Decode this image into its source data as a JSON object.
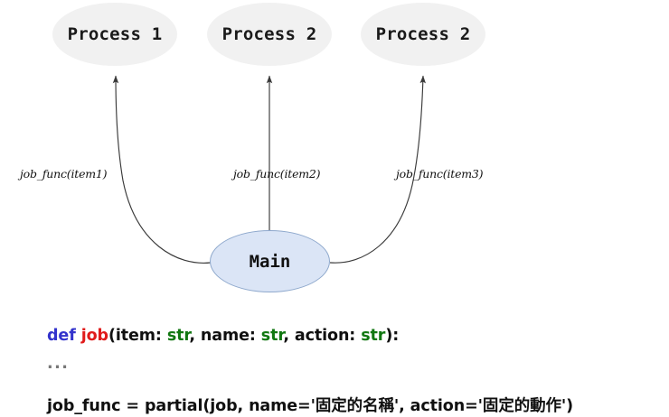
{
  "diagram": {
    "title": "multiprocessing partial job_func fan-out diagram",
    "nodes": [
      {
        "id": "process-1",
        "label": "Process 1",
        "shape": "ellipse",
        "fill": "#f1f1f1"
      },
      {
        "id": "process-2",
        "label": "Process 2",
        "shape": "ellipse",
        "fill": "#f1f1f1"
      },
      {
        "id": "process-3",
        "label": "Process 2",
        "shape": "ellipse",
        "fill": "#f1f1f1"
      },
      {
        "id": "main",
        "label": "Main",
        "shape": "ellipse",
        "fill": "#dbe5f6",
        "stroke": "#8ea8cc"
      }
    ],
    "edges": [
      {
        "id": "edge-1",
        "from": "main",
        "to": "process-1",
        "label": "job_func(item1)",
        "style": "curved-arrow"
      },
      {
        "id": "edge-2",
        "from": "main",
        "to": "process-2",
        "label": "job_func(item2)",
        "style": "straight-arrow"
      },
      {
        "id": "edge-3",
        "from": "main",
        "to": "process-3",
        "label": "job_func(item3)",
        "style": "curved-arrow"
      }
    ],
    "edge_color": "#3a3a3a"
  },
  "code": {
    "line_def": {
      "kw_def": "def",
      "fn_name": "job",
      "open_paren": "(item: ",
      "type_1": "str",
      "sep_1": ", name: ",
      "type_2": "str",
      "sep_2": ", action: ",
      "type_3": "str",
      "close_paren": "):"
    },
    "line_ellipsis": "...",
    "line_partial": "job_func = partial(job, name='固定的名稱', action='固定的動作')"
  },
  "colors": {
    "keyword": "#3333cc",
    "function": "#e01b1b",
    "type": "#117711",
    "plain": "#101010",
    "process_fill": "#f1f1f1",
    "main_fill": "#dbe5f6",
    "main_stroke": "#8ea8cc"
  }
}
